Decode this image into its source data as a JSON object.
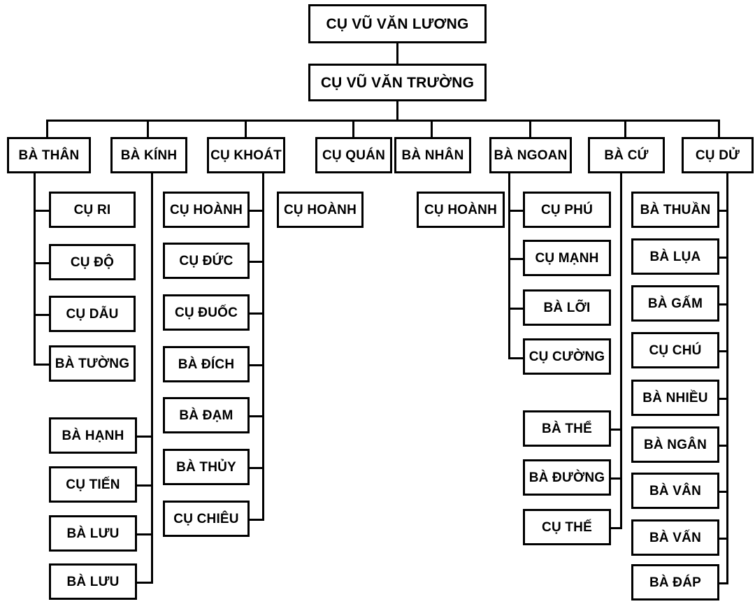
{
  "diagram": {
    "title": "Vietnamese family lineage chart",
    "colors": {
      "line": "#000000",
      "box_border": "#000000",
      "box_fill": "#ffffff",
      "text": "#000000"
    },
    "generations": {
      "gen1": {
        "label": "CỤ VŨ VĂN LƯƠNG"
      },
      "gen2": {
        "label": "CỤ VŨ VĂN TRƯỜNG"
      },
      "gen3": [
        {
          "label": "BÀ THÂN"
        },
        {
          "label": "BÀ KÍNH"
        },
        {
          "label": "CỤ KHOÁT"
        },
        {
          "label": "CỤ QUÁN"
        },
        {
          "label": "BÀ NHÂN"
        },
        {
          "label": "BÀ NGOAN"
        },
        {
          "label": "BÀ CỨ"
        },
        {
          "label": "CỤ DỬ"
        }
      ]
    },
    "branches": {
      "ba_than": {
        "parent": "BÀ THÂN",
        "children": [
          {
            "label": "CỤ RI"
          },
          {
            "label": "CỤ ĐỘ"
          },
          {
            "label": "CỤ DẪU"
          },
          {
            "label": "BÀ TƯỜNG"
          }
        ]
      },
      "ba_kinh": {
        "parent": "BÀ KÍNH",
        "children": [
          {
            "label": "BÀ HẠNH"
          },
          {
            "label": "CỤ TIẾN"
          },
          {
            "label": "BÀ LƯU"
          },
          {
            "label": "BÀ LƯU"
          }
        ]
      },
      "cu_khoat": {
        "parent": "CỤ KHOÁT",
        "children": [
          {
            "label": "CỤ HOÀNH"
          },
          {
            "label": "CỤ ĐỨC"
          },
          {
            "label": "CỤ ĐUỐC"
          },
          {
            "label": "BÀ ĐÍCH"
          },
          {
            "label": "BÀ ĐẠM"
          },
          {
            "label": "BÀ THỦY"
          },
          {
            "label": "CỤ CHIÊU"
          }
        ]
      },
      "cu_quan": {
        "parent": "CỤ QUÁN",
        "children": [
          {
            "label": "CỤ HOÀNH"
          }
        ]
      },
      "ba_nhan": {
        "parent": "BÀ NHÂN",
        "children": [
          {
            "label": "CỤ HOÀNH"
          }
        ]
      },
      "ba_ngoan": {
        "parent": "BÀ NGOAN",
        "children": [
          {
            "label": "CỤ PHÚ"
          },
          {
            "label": "CỤ MẠNH"
          },
          {
            "label": "BÀ LỠI"
          },
          {
            "label": "CỤ CƯỜNG"
          }
        ]
      },
      "ba_cu": {
        "parent": "BÀ CỨ",
        "children": [
          {
            "label": "BÀ THỂ"
          },
          {
            "label": "BÀ ĐƯỜNG"
          },
          {
            "label": "CỤ THẾ"
          }
        ]
      },
      "cu_du": {
        "parent": "CỤ DỬ",
        "children": [
          {
            "label": "BÀ THUẦN"
          },
          {
            "label": "BÀ LỤA"
          },
          {
            "label": "BÀ GẤM"
          },
          {
            "label": "CỤ CHÚ"
          },
          {
            "label": "BÀ NHIỀU"
          },
          {
            "label": "BÀ NGÂN"
          },
          {
            "label": "BÀ VÂN"
          },
          {
            "label": "BÀ VẤN"
          },
          {
            "label": "BÀ ĐÁP"
          }
        ]
      }
    }
  }
}
